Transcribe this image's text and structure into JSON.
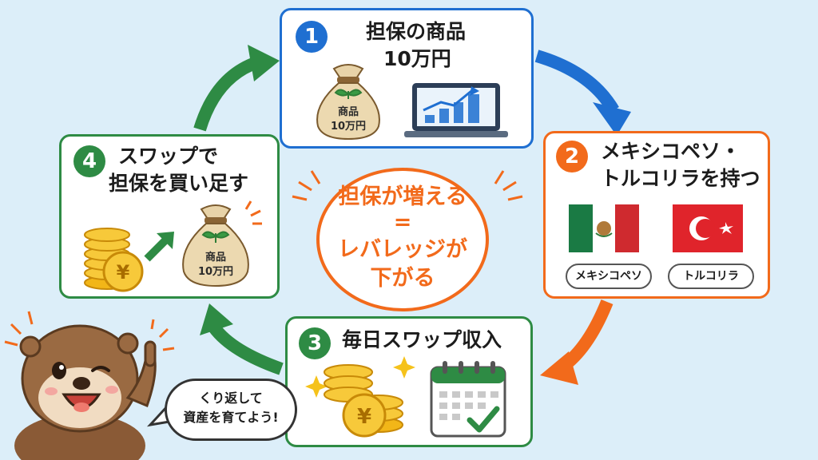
{
  "steps": [
    {
      "number": "1",
      "title_line1": "担保の商品",
      "title_line2": "10万円",
      "bag_line1": "商品",
      "bag_line2": "10万円",
      "color": "#1f6fd1"
    },
    {
      "number": "2",
      "title_line1": "メキシコペソ・",
      "title_line2": "トルコリラを持つ",
      "flag1_label": "メキシコペソ",
      "flag2_label": "トルコリラ",
      "color": "#f26a1b"
    },
    {
      "number": "3",
      "title_line1": "毎日スワップ収入",
      "coin_symbol": "¥",
      "color": "#2e8b44"
    },
    {
      "number": "4",
      "title_line1": "スワップで",
      "title_line2": "担保を買い足す",
      "coin_symbol": "¥",
      "bag_line1": "商品",
      "bag_line2": "10万円",
      "color": "#2e8b44"
    }
  ],
  "center": {
    "line1": "担保が増える",
    "line2": "=",
    "line3": "レバレッジが",
    "line4": "下がる",
    "color": "#f26a1b"
  },
  "speech_bubble": {
    "line1": "くり返して",
    "line2": "資産を育てよう!"
  }
}
